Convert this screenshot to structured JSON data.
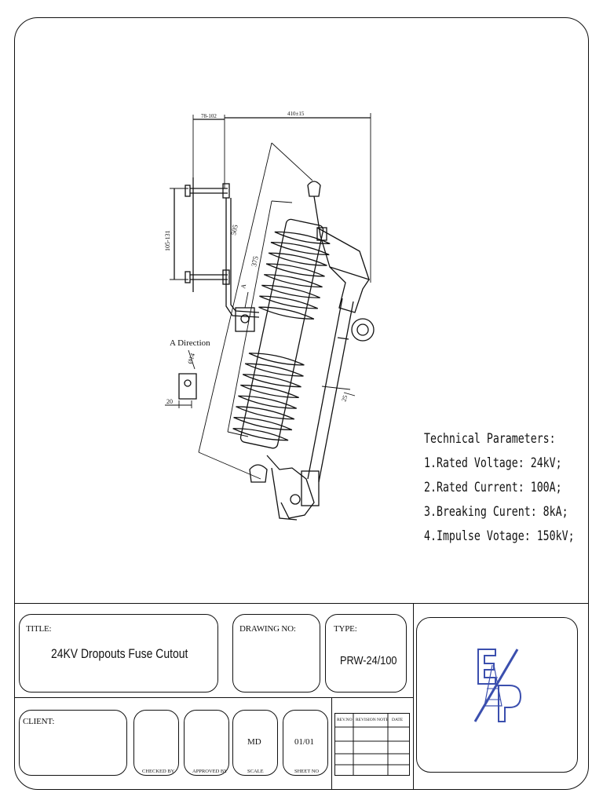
{
  "drawing": {
    "dimensions": {
      "d1": "78-102",
      "d2": "410±15",
      "d3": "105-131",
      "d4": "505",
      "d5": "375",
      "d6": "25",
      "d7": "20",
      "d8": "Ø14"
    },
    "view_label": "A Direction",
    "arrow_label": "A"
  },
  "parameters": {
    "heading": "Technical Parameters:",
    "items": [
      "1.Rated Voltage: 24kV;",
      "2.Rated Current: 100A;",
      "3.Breaking Curent: 8kA;",
      "4.Impulse Votage: 150kV;"
    ]
  },
  "title_block": {
    "title_label": "TITLE:",
    "title_value": "24KV Dropouts Fuse Cutout",
    "drawing_no_label": "DRAWING NO:",
    "drawing_no_value": "",
    "type_label": "TYPE:",
    "type_value": "PRW-24/100",
    "client_label": "CLIENT:",
    "checked_by_label": "CHECKED BY",
    "approved_by_label": "APPROVED BY",
    "scale_label": "SCALE",
    "scale_value": "MD",
    "sheet_no_label": "SHEET NO",
    "sheet_no_value": "01/01",
    "revision_headers": [
      "REV.NO",
      "REVISION NOTE",
      "DATE"
    ],
    "logo_color": "#3b4fae"
  }
}
